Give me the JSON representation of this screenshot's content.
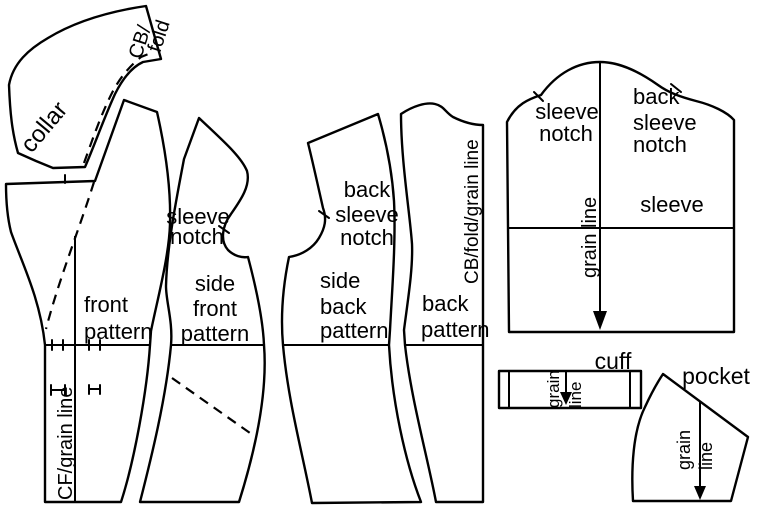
{
  "colors": {
    "background": "#ffffff",
    "line": "#000000",
    "text": "#000000"
  },
  "pieces": {
    "collar": {
      "name_label": "collar",
      "cb_fold_lines": [
        "CB/",
        "fold"
      ]
    },
    "front": {
      "name_lines": [
        "front",
        "pattern"
      ],
      "cf_grain_label": "CF/grain line"
    },
    "side_front": {
      "name_lines": [
        "side",
        "front",
        "pattern"
      ],
      "sleeve_notch_lines": [
        "sleeve",
        "notch"
      ]
    },
    "side_back": {
      "name_lines": [
        "side",
        "back",
        "pattern"
      ],
      "back_sleeve_notch_lines": [
        "back",
        "sleeve",
        "notch"
      ]
    },
    "back": {
      "name_lines": [
        "back",
        "pattern"
      ],
      "cb_fold_grain_label": "CB/fold/grain line"
    },
    "sleeve": {
      "name_label": "sleeve",
      "sleeve_notch_lines": [
        "sleeve",
        "notch"
      ],
      "back_sleeve_notch_lines": [
        "back",
        "sleeve",
        "notch"
      ],
      "grain_line_label": "grain line"
    },
    "cuff": {
      "name_label": "cuff",
      "grain_line_lines": [
        "grain",
        "line"
      ]
    },
    "pocket": {
      "name_label": "pocket",
      "grain_line_lines": [
        "grain",
        "line"
      ]
    }
  }
}
